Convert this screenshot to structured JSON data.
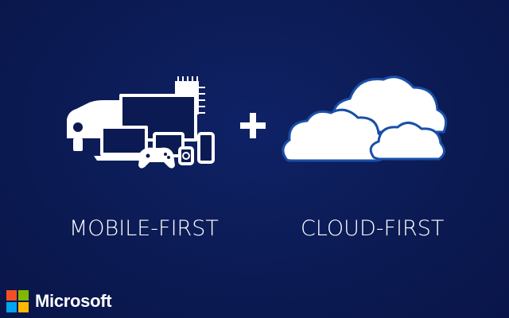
{
  "slide": {
    "left_caption": "MOBILE-FIRST",
    "right_caption": "CLOUD-FIRST",
    "left_icon": "devices-icon",
    "center_icon": "plus-icon",
    "right_icon": "cloud-icon"
  },
  "brand": {
    "name": "Microsoft",
    "logo_colors": [
      "#f25022",
      "#7fba00",
      "#00a4ef",
      "#ffb900"
    ]
  },
  "colors": {
    "background": "#0b1a52",
    "foreground": "#ffffff"
  }
}
